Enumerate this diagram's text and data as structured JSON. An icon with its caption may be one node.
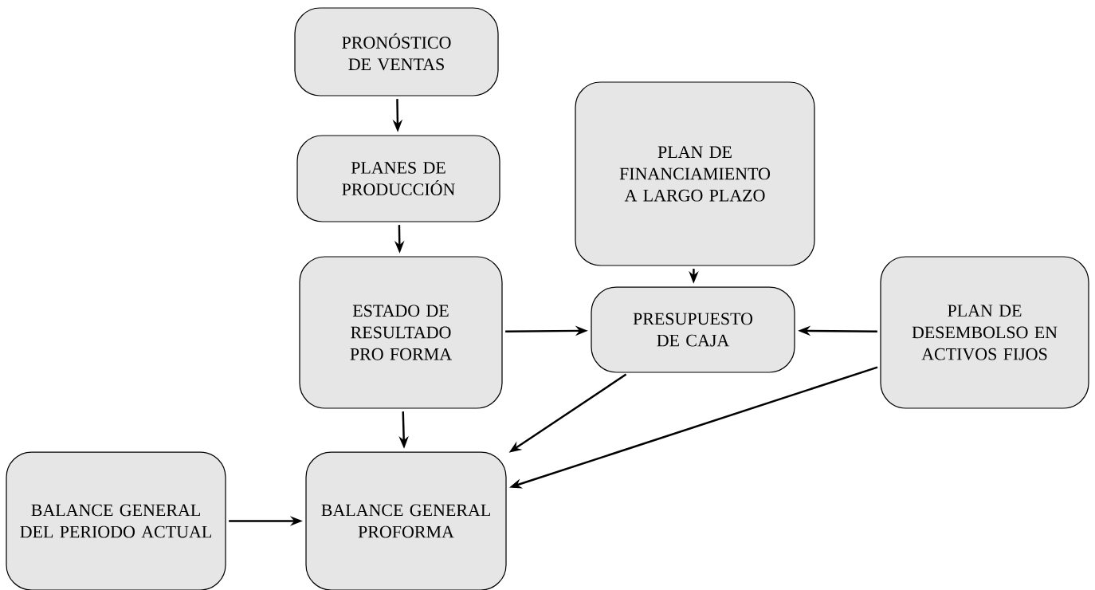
{
  "diagram": {
    "nodes": [
      {
        "text": [
          "PRONÓSTICO DE VENTAS"
        ]
      },
      {
        "text": [
          "PLAN DE FINANCIAMIENTO A LARGO PLAZO"
        ]
      },
      {
        "text": [
          "PLANES DE PRODUCCIÓN"
        ]
      },
      {
        "text": [
          "ESTADO DE RESULTADO PRO FORMA"
        ]
      },
      {
        "text": [
          "PLAN DE DESEMBOLSO EN ACTIVOS FIJOS"
        ]
      },
      {
        "text": [
          "PRESUPUESTO DE CAJA"
        ]
      },
      {
        "text": [
          "BALANCE GENERAL DEL PERIODO ACTUAL"
        ]
      },
      {
        "text": [
          "BALANCE GENERAL PROFORMA"
        ]
      }
    ],
    "edges": [
      {
        "from": 0,
        "to": 2,
        "arrow": "to"
      },
      {
        "from": 2,
        "to": 3,
        "arrow": "to"
      },
      {
        "from": 1,
        "to": 5,
        "arrow": "to"
      },
      {
        "from": 3,
        "to": 5,
        "arrow": "to"
      },
      {
        "from": 4,
        "to": 5,
        "arrow": "to"
      },
      {
        "from": 3,
        "to": 7,
        "arrow": "to"
      },
      {
        "from": 6,
        "to": 7,
        "arrow": "to"
      },
      {
        "from": 5,
        "to": 7,
        "arrow": "to"
      },
      {
        "from": 4,
        "to": 7,
        "arrow": "to"
      }
    ]
  }
}
